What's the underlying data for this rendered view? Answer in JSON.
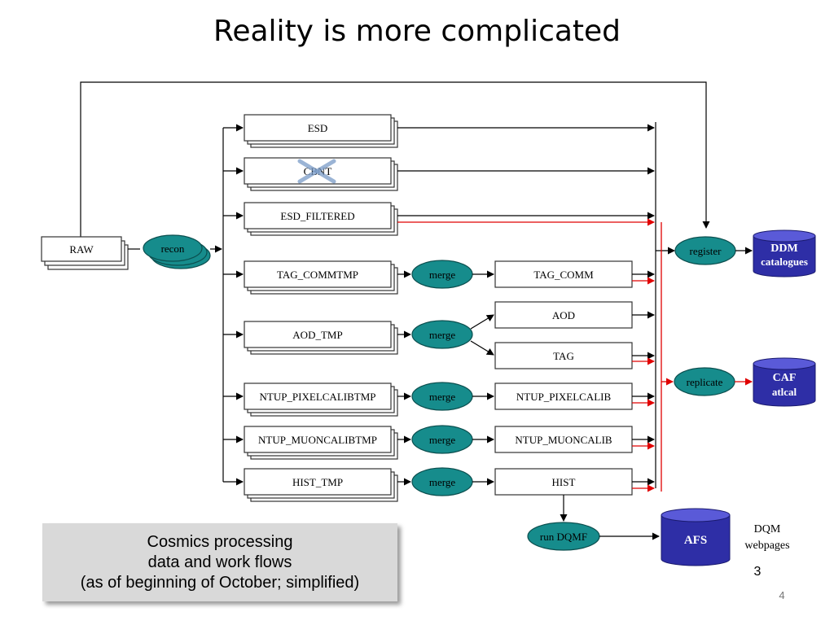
{
  "title": "Reality is more complicated",
  "nodes": {
    "raw": "RAW",
    "recon": "recon",
    "esd": "ESD",
    "cbnt": "CBNT",
    "esd_filtered": "ESD_FILTERED",
    "tag_commtmp": "TAG_COMMTMP",
    "aod_tmp": "AOD_TMP",
    "ntup_pixelcalibtmp": "NTUP_PIXELCALIBTMP",
    "ntup_muoncalibtmp": "NTUP_MUONCALIBTMP",
    "hist_tmp": "HIST_TMP",
    "merge": "merge",
    "tag_comm": "TAG_COMM",
    "aod": "AOD",
    "tag": "TAG",
    "ntup_pixelcalib": "NTUP_PIXELCALIB",
    "ntup_muoncalib": "NTUP_MUONCALIB",
    "hist": "HIST",
    "register": "register",
    "replicate": "replicate",
    "run_dqmf": "run DQMF"
  },
  "stores": {
    "ddm_line1": "DDM",
    "ddm_line2": "catalogues",
    "caf_line1": "CAF",
    "caf_line2": "atlcal",
    "afs": "AFS",
    "dqm_line1": "DQM",
    "dqm_line2": "webpages",
    "side_number": "3"
  },
  "caption": {
    "line1": "Cosmics processing",
    "line2": "data and work flows",
    "line3": "(as of beginning of October; simplified)"
  },
  "page_number": "4",
  "colors": {
    "process_fill": "#168c8c",
    "store_fill": "#2e2ea6",
    "red_flow": "#e00000"
  }
}
